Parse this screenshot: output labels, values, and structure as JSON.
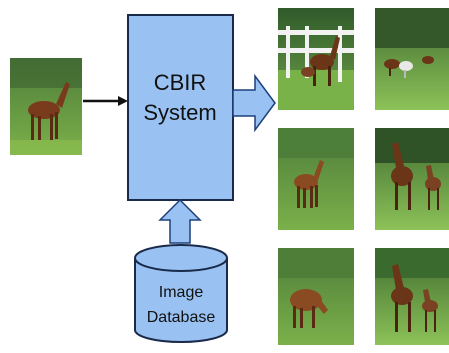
{
  "diagram": {
    "system_box": {
      "line1": "CBIR",
      "line2": "System"
    },
    "database": {
      "line1": "Image",
      "line2": "Database"
    }
  },
  "colors": {
    "box_fill": "#99c2f2",
    "box_stroke": "#1a2a4a",
    "arrow_fill": "#99c2f2",
    "arrow_stroke": "#1e3f7a",
    "line": "#111111"
  },
  "images": {
    "query": "horse-photo-query",
    "results": [
      "horse-photo-paddock-fence",
      "horse-photo-distant-field",
      "horse-photo-foal-grass",
      "horse-photo-mare-and-foal",
      "horse-photo-grazing",
      "horse-photo-mare-and-foal-2"
    ]
  }
}
